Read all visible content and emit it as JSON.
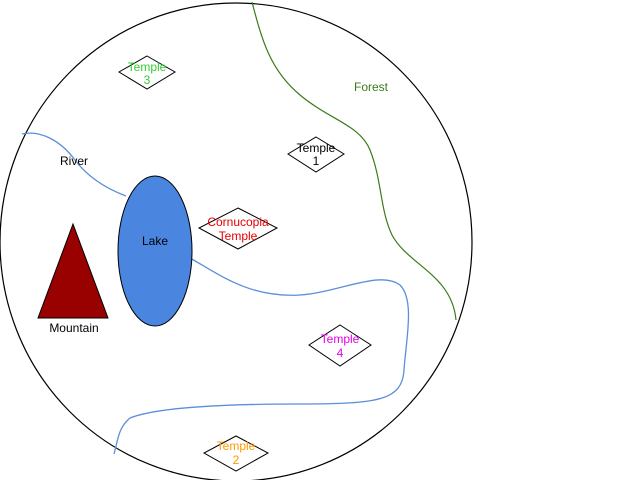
{
  "labels": {
    "river": "River",
    "forest": "Forest",
    "lake": "Lake",
    "mountain": "Mountain"
  },
  "temples": {
    "t3": {
      "line1": "Temple",
      "line2": "3",
      "color": "#33cc33"
    },
    "t1": {
      "line1": "Temple",
      "line2": "1",
      "color": "#000000"
    },
    "cornucopia": {
      "line1": "Cornucopia",
      "line2": "Temple",
      "color": "#e60000"
    },
    "t4": {
      "line1": "Temple",
      "line2": "4",
      "color": "#e600e6"
    },
    "t2": {
      "line1": "Temple",
      "line2": "2",
      "color": "#ff9900"
    }
  },
  "colors": {
    "boundary": "#000000",
    "river": "#5b8fd9",
    "forest_edge": "#3a7a1a",
    "forest_text": "#3a7a1a",
    "lake_fill": "#4a86e0",
    "mountain_fill": "#990000"
  }
}
